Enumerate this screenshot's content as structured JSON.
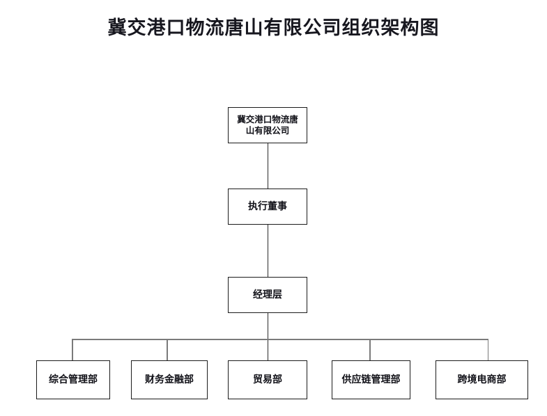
{
  "document": {
    "title": "冀交港口物流唐山有限公司组织架构图",
    "background_color": "#ffffff",
    "title_color": "#17171f",
    "box_border_color": "#1b1b1b",
    "connector_color": "#2b2b2b",
    "bus_color": "#7a7a7a"
  },
  "chart_data": {
    "type": "diagram",
    "diagram_type": "org-chart",
    "title": "冀交港口物流唐山有限公司组织架构图",
    "orientation": "top-down",
    "levels": [
      {
        "level": 1,
        "nodes": [
          {
            "id": "root",
            "label": "冀交港口物流唐\n山有限公司",
            "text": "冀交港口物流唐山有限公司"
          }
        ]
      },
      {
        "level": 2,
        "nodes": [
          {
            "id": "exec-director",
            "label": "执行董事",
            "text": "执行董事"
          }
        ]
      },
      {
        "level": 3,
        "nodes": [
          {
            "id": "manager-layer",
            "label": "经理层",
            "text": "经理层"
          }
        ]
      },
      {
        "level": 4,
        "nodes": [
          {
            "id": "dept-general-management",
            "label": "综合管理部",
            "text": "综合管理部"
          },
          {
            "id": "dept-finance",
            "label": "财务金融部",
            "text": "财务金融部"
          },
          {
            "id": "dept-trade",
            "label": "贸易部",
            "text": "贸易部"
          },
          {
            "id": "dept-supply-chain",
            "label": "供应链管理部",
            "text": "供应链管理部"
          },
          {
            "id": "dept-cross-border-ecommerce",
            "label": "跨境电商部",
            "text": "跨境电商部"
          }
        ]
      }
    ],
    "edges": [
      {
        "from": "root",
        "to": "exec-director"
      },
      {
        "from": "exec-director",
        "to": "manager-layer"
      },
      {
        "from": "manager-layer",
        "to": "dept-general-management"
      },
      {
        "from": "manager-layer",
        "to": "dept-finance"
      },
      {
        "from": "manager-layer",
        "to": "dept-trade"
      },
      {
        "from": "manager-layer",
        "to": "dept-supply-chain"
      },
      {
        "from": "manager-layer",
        "to": "dept-cross-border-ecommerce"
      }
    ]
  }
}
